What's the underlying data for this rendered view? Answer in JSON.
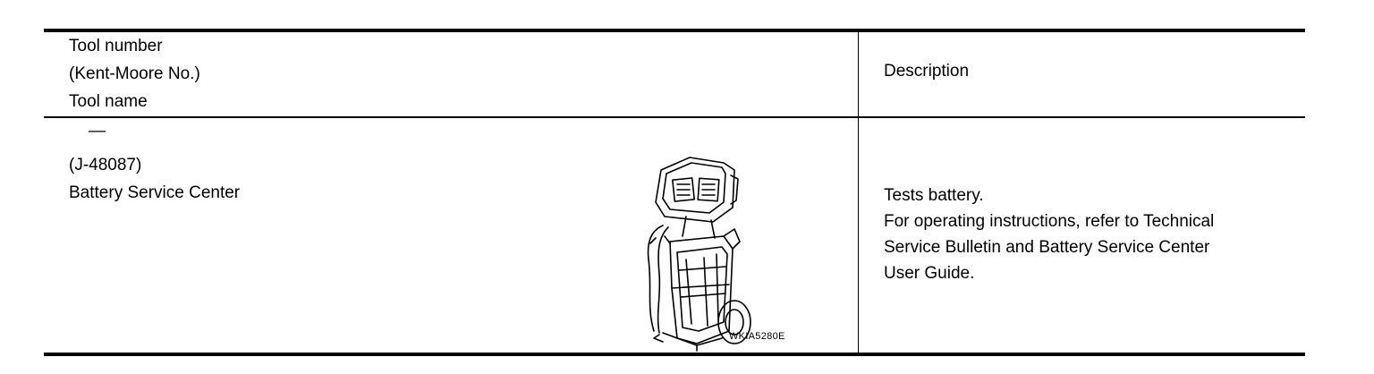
{
  "header": {
    "tool_col_lines": [
      "Tool number",
      "(Kent-Moore No.)",
      "Tool name"
    ],
    "description_label": "Description"
  },
  "row": {
    "tool_number": "—",
    "kent_moore_no": "(J-48087)",
    "tool_name": "Battery Service Center",
    "figure_code": "WKIA5280E",
    "description_lines": [
      "Tests battery.",
      "For operating instructions, refer to Technical",
      "Service Bulletin and Battery Service Center",
      "User Guide."
    ]
  },
  "icons": {
    "illustration": "battery-service-center-cart-icon"
  }
}
